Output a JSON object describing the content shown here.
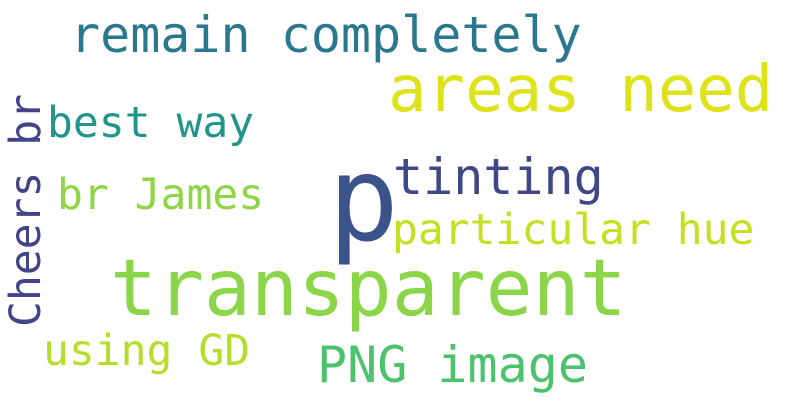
{
  "words": {
    "remain_completely": {
      "text": "remain completely",
      "color": "#2a788e"
    },
    "areas_need": {
      "text": "areas need",
      "color": "#dde318"
    },
    "best_way": {
      "text": "best way",
      "color": "#22958b"
    },
    "p": {
      "text": "p",
      "color": "#3b528b"
    },
    "tinting": {
      "text": "tinting",
      "color": "#3f4788"
    },
    "br_james": {
      "text": "br James",
      "color": "#8ed645"
    },
    "particular_hue": {
      "text": "particular hue",
      "color": "#c5e021"
    },
    "transparent": {
      "text": "transparent",
      "color": "#8ad548"
    },
    "using_gd": {
      "text": "using GD",
      "color": "#b5de2b"
    },
    "png_image": {
      "text": "PNG image",
      "color": "#4cc26c"
    },
    "cheers_br": {
      "text": "Cheers br",
      "color": "#414487"
    }
  }
}
